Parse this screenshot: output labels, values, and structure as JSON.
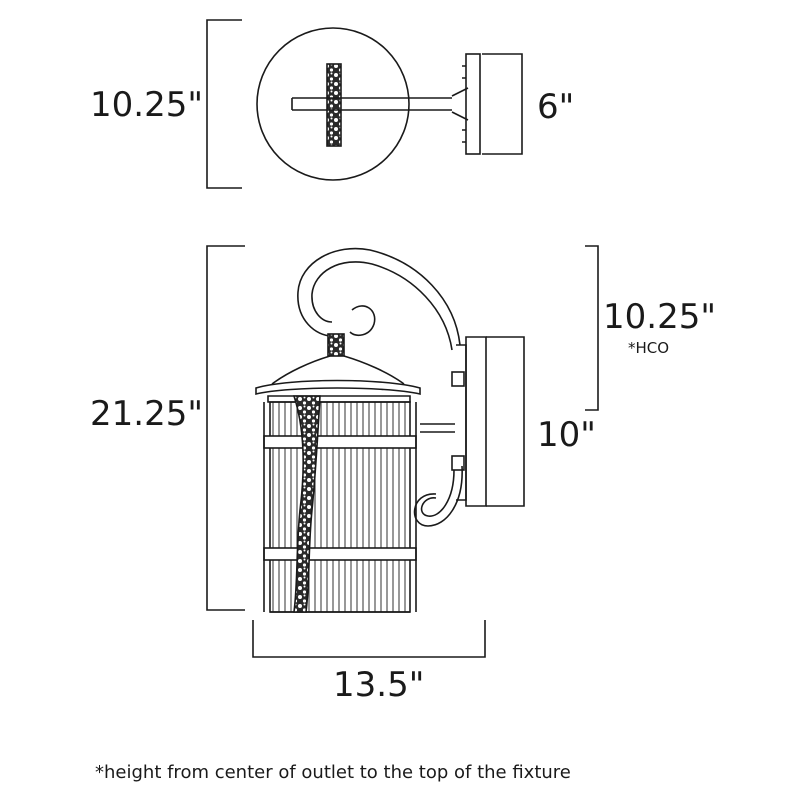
{
  "dimensions": {
    "top_view_depth": "10.25\"",
    "top_view_backplate_width": "6\"",
    "overall_height": "21.25\"",
    "hco_height": "10.25\"",
    "hco_marker": "*HCO",
    "backplate_height": "10\"",
    "overall_width": "13.5\""
  },
  "footnote": "*height from center of outlet to the top of the fixture",
  "colors": {
    "line": "#1a1a1a",
    "background": "#ffffff"
  }
}
